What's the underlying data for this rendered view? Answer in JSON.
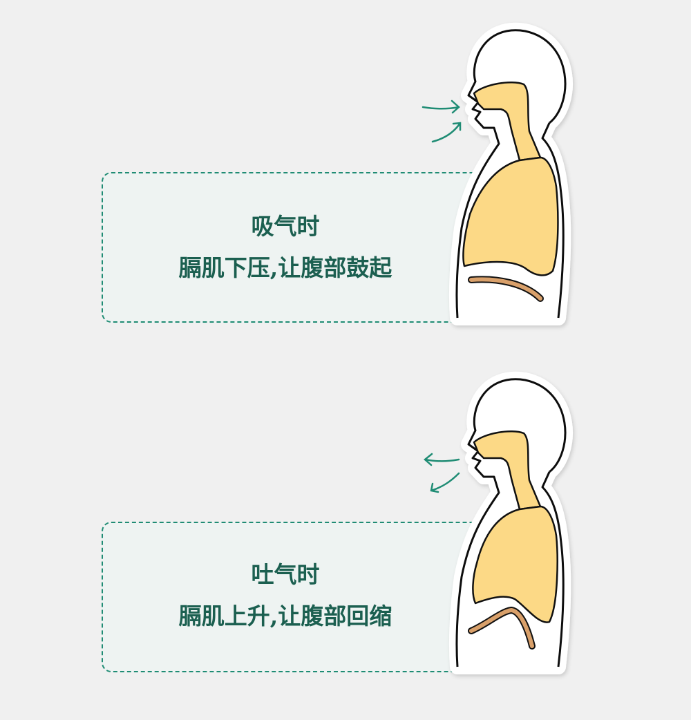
{
  "panels": [
    {
      "title": "吸气时",
      "caption": "膈肌下压,让腹部鼓起",
      "airflow": "inhale"
    },
    {
      "title": "吐气时",
      "caption": "膈肌上升,让腹部回缩",
      "airflow": "exhale"
    }
  ],
  "colors": {
    "teal": "#1f8c74",
    "text": "#1b5f50",
    "lung": "#fcd986",
    "diaphragm": "#d9a06a"
  }
}
